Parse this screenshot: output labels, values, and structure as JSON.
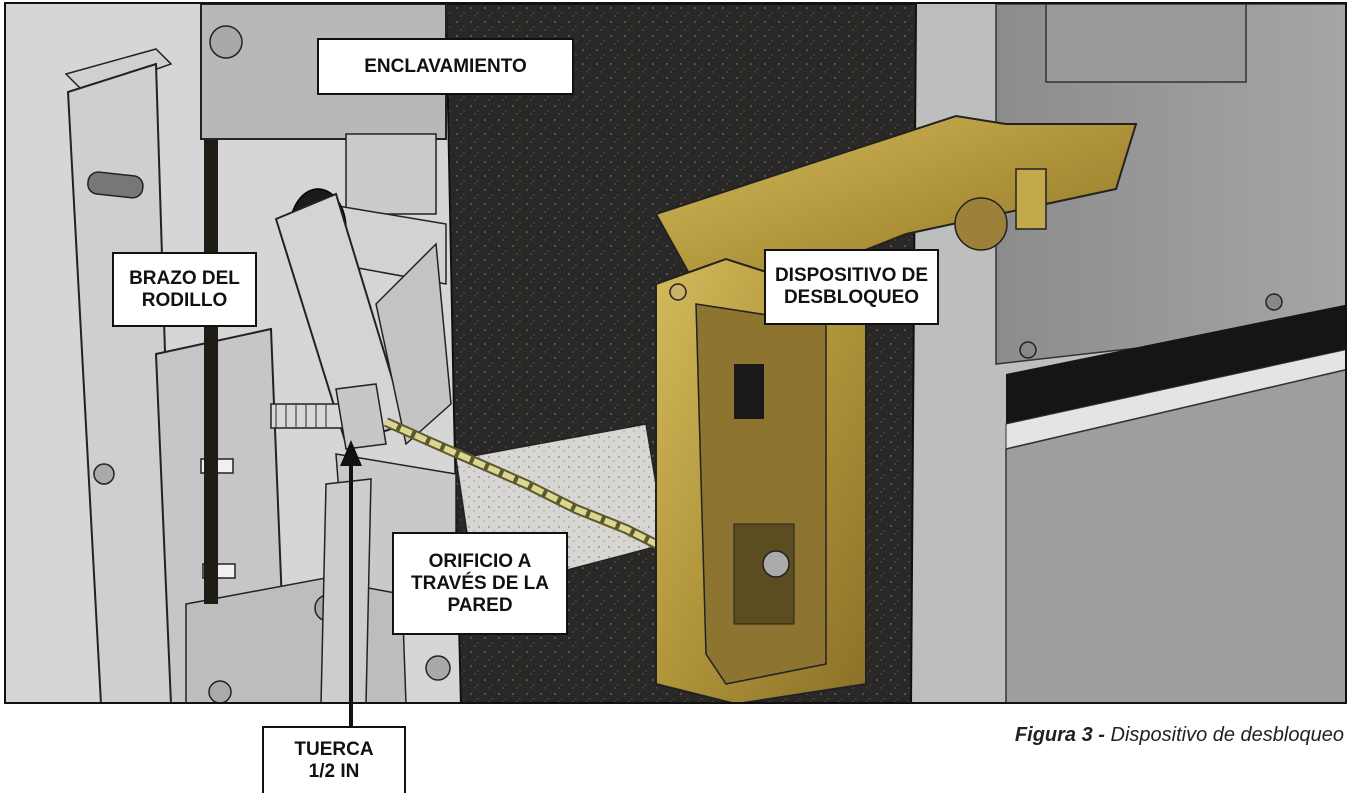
{
  "callouts": {
    "enclavamiento": "ENCLAVAMIENTO",
    "brazo_line1": "BRAZO DEL",
    "brazo_line2": "RODILLO",
    "dispositivo_line1": "DISPOSITIVO DE",
    "dispositivo_line2": "DESBLOQUEO",
    "orificio_line1": "ORIFICIO A",
    "orificio_line2": "TRAVÉS DE LA",
    "orificio_line3": "PARED",
    "tuerca_line1": "TUERCA",
    "tuerca_line2": "1/2 IN"
  },
  "caption": {
    "label": "Figura 3 - ",
    "text": "Dispositivo de desbloqueo"
  },
  "colors": {
    "wall": "#2a2826",
    "brass": "#b59a3c",
    "steel": "#b4b4b4",
    "chain": "#d8d48a"
  }
}
